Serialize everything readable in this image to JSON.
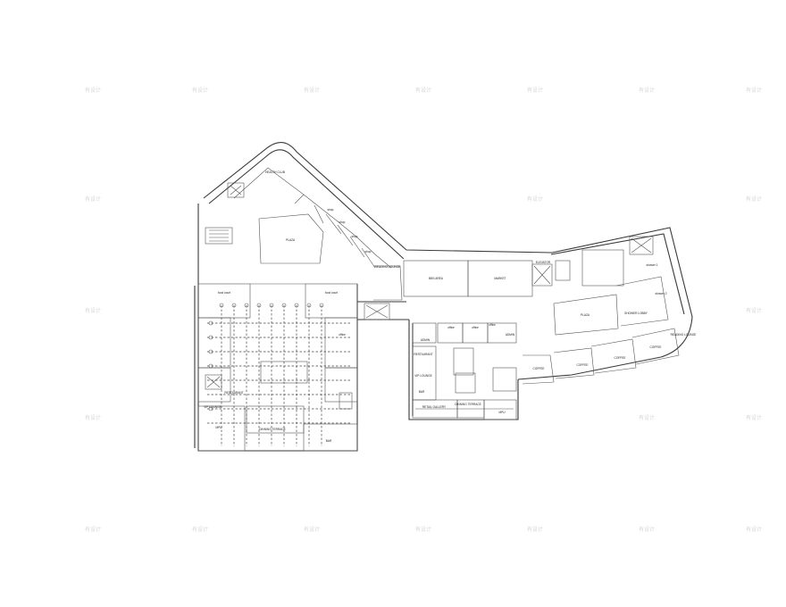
{
  "watermark": {
    "text": "有设计"
  },
  "rooms": [
    {
      "id": "health-club",
      "text": "HEALTH CLUB"
    },
    {
      "id": "plaza-left",
      "text": "PLAZA"
    },
    {
      "id": "shop-1",
      "text": "shop"
    },
    {
      "id": "shop-2",
      "text": "shop"
    },
    {
      "id": "shop-3",
      "text": "shop"
    },
    {
      "id": "shop-4",
      "text": "shop"
    },
    {
      "id": "reading-lounge",
      "text": "READING LOUNGE"
    },
    {
      "id": "bbs-area",
      "text": "BBS AREA"
    },
    {
      "id": "market",
      "text": "MARKET"
    },
    {
      "id": "elevator",
      "text": "ELEVATOR"
    },
    {
      "id": "plaza-right",
      "text": "PLAZA"
    },
    {
      "id": "shower-lobby",
      "text": "SHOWER LOBBY"
    },
    {
      "id": "shower-1",
      "text": "shower 1"
    },
    {
      "id": "shower-2",
      "text": "shower 2"
    },
    {
      "id": "reading-lounge-2",
      "text": "READING LOUNGE"
    },
    {
      "id": "coffee-1",
      "text": "COFFEE"
    },
    {
      "id": "coffee-2",
      "text": "COFFEE"
    },
    {
      "id": "coffee-3",
      "text": "COFFEE"
    },
    {
      "id": "coffee-4",
      "text": "COFFEE"
    },
    {
      "id": "food-court-1",
      "text": "food court"
    },
    {
      "id": "food-court-2",
      "text": "food court"
    },
    {
      "id": "restaurant-left",
      "text": "RESTAURANT"
    },
    {
      "id": "vip-lounge-left",
      "text": "VIP LOUNGE"
    },
    {
      "id": "dinning-terrace-left",
      "text": "DINNING TERRACE"
    },
    {
      "id": "mpu-left",
      "text": "MPU"
    },
    {
      "id": "bar-left",
      "text": "BAR"
    },
    {
      "id": "admin",
      "text": "ADMIN"
    },
    {
      "id": "restaurant-right",
      "text": "RESTAURANT"
    },
    {
      "id": "vip-lounge-right",
      "text": "VIP LOUNGE"
    },
    {
      "id": "bar-right",
      "text": "BAR"
    },
    {
      "id": "retail-gallery",
      "text": "RETAIL GALLERY"
    },
    {
      "id": "dinning-terrace-right",
      "text": "DINNING TERRACE"
    },
    {
      "id": "mpu-right",
      "text": "MPU"
    },
    {
      "id": "office-1",
      "text": "office"
    },
    {
      "id": "office-2",
      "text": "office"
    },
    {
      "id": "office-3",
      "text": "office"
    },
    {
      "id": "office-4",
      "text": "office"
    },
    {
      "id": "admin-2",
      "text": "ADMIN"
    }
  ]
}
